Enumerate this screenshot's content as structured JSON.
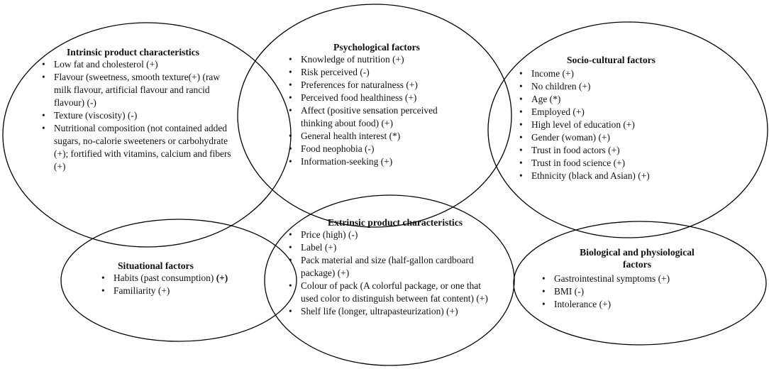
{
  "groups": [
    {
      "id": "intrinsic",
      "title": "Intrinsic product characteristics",
      "items": [
        {
          "text": "Low fat and cholesterol",
          "sign": "(+)"
        },
        {
          "text": "Flavour (sweetness, smooth texture(+) (raw milk flavour, artificial flavour and rancid flavour)",
          "sign": "(-)"
        },
        {
          "text": "Texture (viscosity)",
          "sign": "(-)"
        },
        {
          "text": "Nutritional composition (not contained added sugars, no-calorie sweeteners or carbohydrate (+); fortified with vitamins, calcium and fibers",
          "sign": "(+)"
        }
      ]
    },
    {
      "id": "psychological",
      "title": "Psychological factors",
      "items": [
        {
          "text": "Knowledge of nutrition",
          "sign": "(+)"
        },
        {
          "text": "Risk perceived",
          "sign": "(-)"
        },
        {
          "text": "Preferences for naturalness",
          "sign": "(+)"
        },
        {
          "text": "Perceived food healthiness",
          "sign": "(+)"
        },
        {
          "text": "Affect (positive sensation perceived thinking about food)",
          "sign": "(+)"
        },
        {
          "text": "General health interest",
          "sign": "(*)"
        },
        {
          "text": "Food neophobia",
          "sign": "(-)"
        },
        {
          "text": "Information-seeking",
          "sign": "(+)"
        }
      ]
    },
    {
      "id": "sociocultural",
      "title": "Socio-cultural factors",
      "items": [
        {
          "text": "Income",
          "sign": "(+)"
        },
        {
          "text": "No children",
          "sign": "(+)"
        },
        {
          "text": "Age",
          "sign": "(*)"
        },
        {
          "text": "Employed",
          "sign": "(+)"
        },
        {
          "text": "High level of education",
          "sign": "(+)"
        },
        {
          "text": "Gender (woman)",
          "sign": "(+)"
        },
        {
          "text": "Trust in food actors",
          "sign": "(+)"
        },
        {
          "text": "Trust in food science",
          "sign": "(+)"
        },
        {
          "text": "Ethnicity (black and Asian)",
          "sign": "(+)"
        }
      ]
    },
    {
      "id": "situational",
      "title": "Situational factors",
      "items": [
        {
          "text": "Habits (past consumption)",
          "sign": "(+)",
          "strong": true
        },
        {
          "text": "Familiarity",
          "sign": "(+)"
        }
      ]
    },
    {
      "id": "extrinsic",
      "title": "Extrinsic product characteristics",
      "items": [
        {
          "text": "Price (high)",
          "sign": "(-)"
        },
        {
          "text": "Label",
          "sign": "(+)"
        },
        {
          "text": "Pack material and size (half-gallon cardboard package)",
          "sign": "(+)"
        },
        {
          "text": "Colour of pack (A colorful package, or one that used color to distinguish between fat content)",
          "sign": "(+)"
        },
        {
          "text": "Shelf life (longer, ultrapasteurization)",
          "sign": "(+)"
        }
      ]
    },
    {
      "id": "biological",
      "title": "Biological and physiological factors",
      "items": [
        {
          "text": "Gastrointestinal symptoms",
          "sign": "(+)"
        },
        {
          "text": "BMI",
          "sign": "(-)"
        },
        {
          "text": "Intolerance",
          "sign": "(+)"
        }
      ]
    }
  ]
}
